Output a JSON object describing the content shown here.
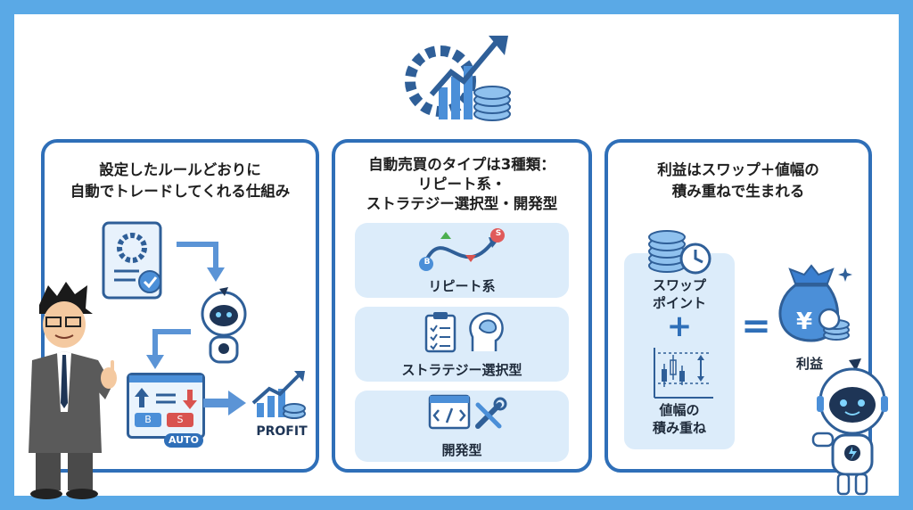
{
  "panel1": {
    "title_line1": "設定したルールどおりに",
    "title_line2": "自動でトレードしてくれる仕組み",
    "auto_label": "AUTO",
    "buy_label": "B",
    "sell_label": "S",
    "profit_label": "PROFIT"
  },
  "panel2": {
    "title_line1": "自動売買のタイプは3種類：",
    "title_line2": "リピート系・",
    "title_line3": "ストラテジー選択型・開発型",
    "card1_label": "リピート系",
    "card2_label": "ストラテジー選択型",
    "card3_label": "開発型",
    "buy_marker": "B",
    "sell_marker": "S"
  },
  "panel3": {
    "title_line1": "利益はスワップ＋値幅の",
    "title_line2": "積み重ねで生まれる",
    "swap_line1": "スワップ",
    "swap_line2": "ポイント",
    "plus": "+",
    "range_line1": "値幅の",
    "range_line2": "積み重ね",
    "equals": "=",
    "profit_label": "利益",
    "yen": "¥"
  },
  "colors": {
    "frame": "#5aa9e6",
    "border": "#2f6fb8",
    "card_bg": "#dcecfa",
    "accent_blue": "#3a7fd0",
    "coin": "#7fb3e6"
  }
}
